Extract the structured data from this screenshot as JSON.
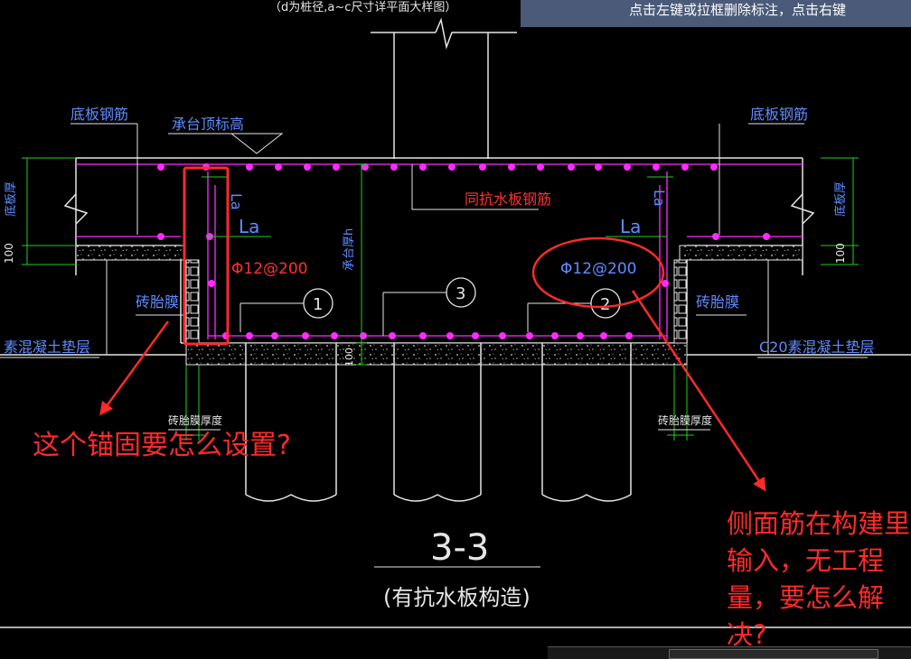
{
  "status_bar": {
    "text": "点击左键或拉框删除标注，点击右键"
  },
  "drawing": {
    "top_note": "（d为桩径,a~c尺寸详平面大样图）",
    "labels": {
      "bottom_rebar_left": "底板钢筋",
      "bottom_rebar_right": "底板钢筋",
      "cap_top_elevation": "承台顶标高",
      "same_as_slab_rebar": "同抗水板钢筋",
      "slab_thickness_left": "底板厚",
      "slab_thickness_right": "底板厚",
      "dim_100_left": "100",
      "dim_100_right": "100",
      "dim_100_bottom": "100",
      "cap_height": "承台厚h",
      "brick_mold_left": "砖胎膜",
      "brick_mold_right": "砖胎膜",
      "plain_concrete_left": "素混凝土垫层",
      "plain_concrete_right": "C20素混凝土垫层",
      "brick_thickness_left": "砖胎膜厚度",
      "brick_thickness_right": "砖胎膜厚度",
      "la_vertical_left": "La",
      "la_horizontal_left": "La",
      "la_vertical_right": "La",
      "la_horizontal_right": "La",
      "side_rebar_left": "Φ12@200",
      "side_rebar_right": "Φ12@200",
      "callout_1": "1",
      "callout_2": "2",
      "callout_3": "3",
      "section_title": "3-3",
      "section_subtitle": "(有抗水板构造)"
    }
  },
  "annotations": {
    "question_anchor": "这个锚固要怎么设置?",
    "question_side_rebar": "侧面筋在构建里输入，无工程量，要怎么解决?"
  },
  "colors": {
    "background": "#000000",
    "cad_line": "#e6e6e6",
    "cad_text": "#5f8cff",
    "rebar": "#ff2bff",
    "dimension": "#1fd11f",
    "annotation": "#ff2a2a",
    "status_bar": "#4a5a78"
  }
}
